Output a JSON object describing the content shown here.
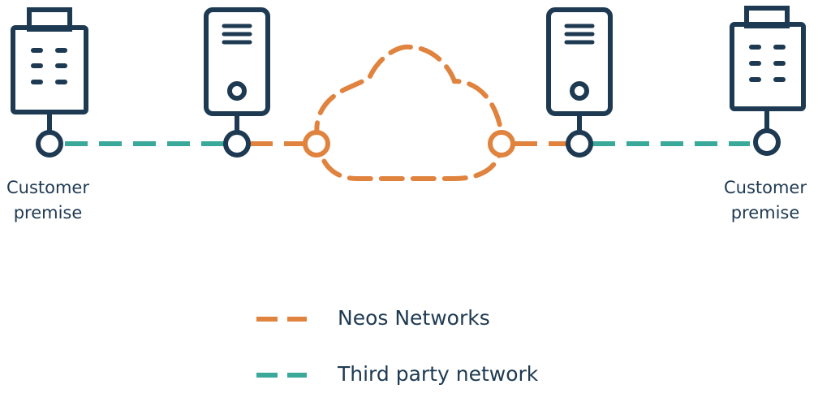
{
  "colors": {
    "navy": "#1e3a52",
    "orange": "#e0833f",
    "teal": "#3aa99a",
    "background": "#ffffff"
  },
  "nodes": {
    "left_building": {
      "icon": "office-building-icon"
    },
    "left_server": {
      "icon": "server-icon"
    },
    "right_server": {
      "icon": "server-icon"
    },
    "right_building": {
      "icon": "office-building-icon"
    }
  },
  "labels": {
    "left_customer": {
      "line1": "Customer",
      "line2": "premise"
    },
    "right_customer": {
      "line1": "Customer",
      "line2": "premise"
    }
  },
  "legend": [
    {
      "label": "Neos Networks",
      "color": "#e0833f"
    },
    {
      "label": "Third party network",
      "color": "#3aa99a"
    }
  ]
}
